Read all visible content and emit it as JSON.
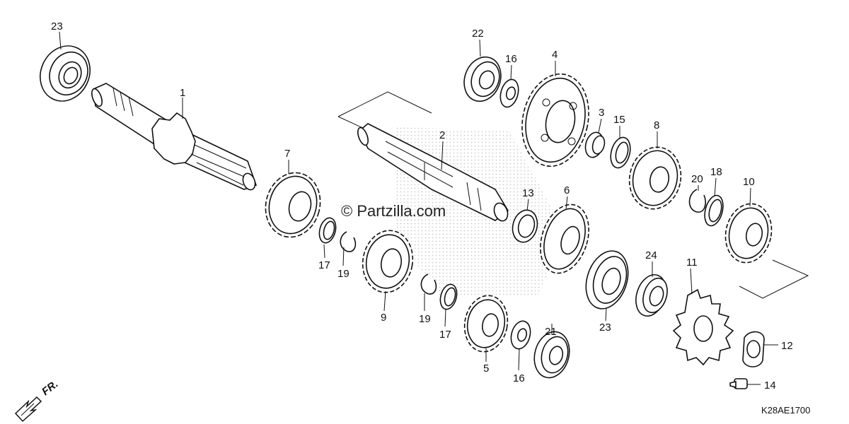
{
  "watermark": "© Partzilla.com",
  "direction_label": "FR.",
  "diagram_code": "K28AE1700",
  "callouts": {
    "c1": "1",
    "c2": "2",
    "c3": "3",
    "c4": "4",
    "c5": "5",
    "c6": "6",
    "c7": "7",
    "c8": "8",
    "c9": "9",
    "c10": "10",
    "c11": "11",
    "c12": "12",
    "c13": "13",
    "c14": "14",
    "c15": "15",
    "c16a": "16",
    "c16b": "16",
    "c17a": "17",
    "c17b": "17",
    "c18": "18",
    "c19a": "19",
    "c19b": "19",
    "c20": "20",
    "c21": "21",
    "c22": "22",
    "c23a": "23",
    "c23b": "23",
    "c24": "24"
  }
}
